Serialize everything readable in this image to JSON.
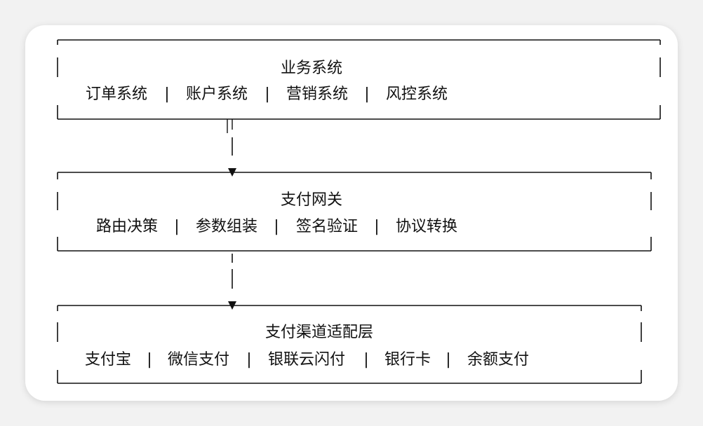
{
  "layers": [
    {
      "title": "业务系统",
      "items": [
        "订单系统",
        "账户系统",
        "营销系统",
        "风控系统"
      ]
    },
    {
      "title": "支付网关",
      "items": [
        "路由决策",
        "参数组装",
        "签名验证",
        "协议转换"
      ]
    },
    {
      "title": "支付渠道适配层",
      "items": [
        "支付宝",
        "微信支付",
        "银联云闪付",
        "银行卡",
        "余额支付"
      ]
    }
  ],
  "separator": "|",
  "colors": {
    "background": "#f2f2f2",
    "card": "#ffffff",
    "line": "#111111",
    "text": "#111111"
  }
}
